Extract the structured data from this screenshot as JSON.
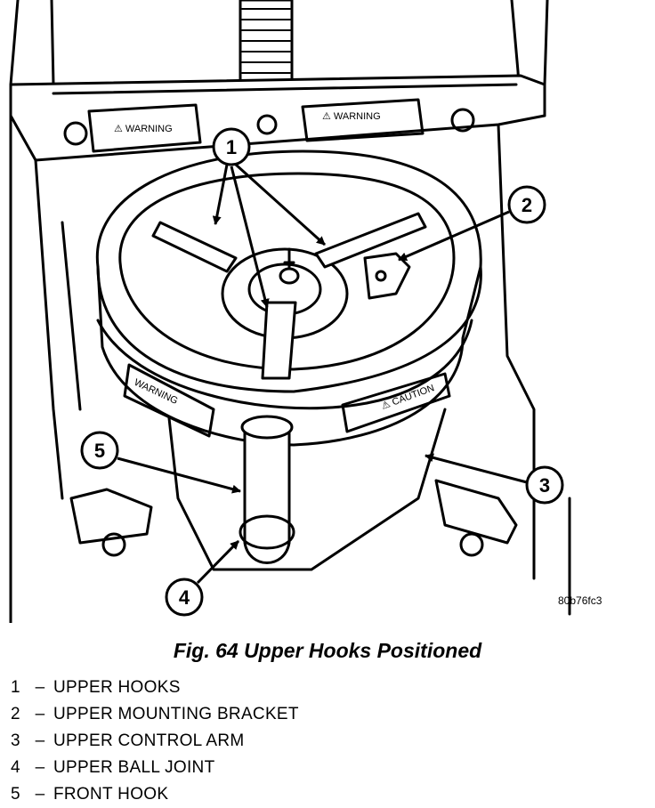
{
  "figure": {
    "warning_labels": [
      "⚠ WARNING",
      "⚠ WARNING"
    ],
    "side_labels": [
      "WARNING",
      "⚠ CAUTION"
    ],
    "callouts": [
      "1",
      "2",
      "3",
      "4",
      "5"
    ],
    "reference_code": "80b76fc3",
    "caption": "Fig. 64 Upper Hooks Positioned"
  },
  "legend": [
    {
      "number": "1",
      "separator": "–",
      "label": "UPPER HOOKS"
    },
    {
      "number": "2",
      "separator": "–",
      "label": "UPPER MOUNTING BRACKET"
    },
    {
      "number": "3",
      "separator": "–",
      "label": "UPPER CONTROL ARM"
    },
    {
      "number": "4",
      "separator": "–",
      "label": "UPPER BALL JOINT"
    },
    {
      "number": "5",
      "separator": "–",
      "label": "FRONT HOOK"
    }
  ]
}
